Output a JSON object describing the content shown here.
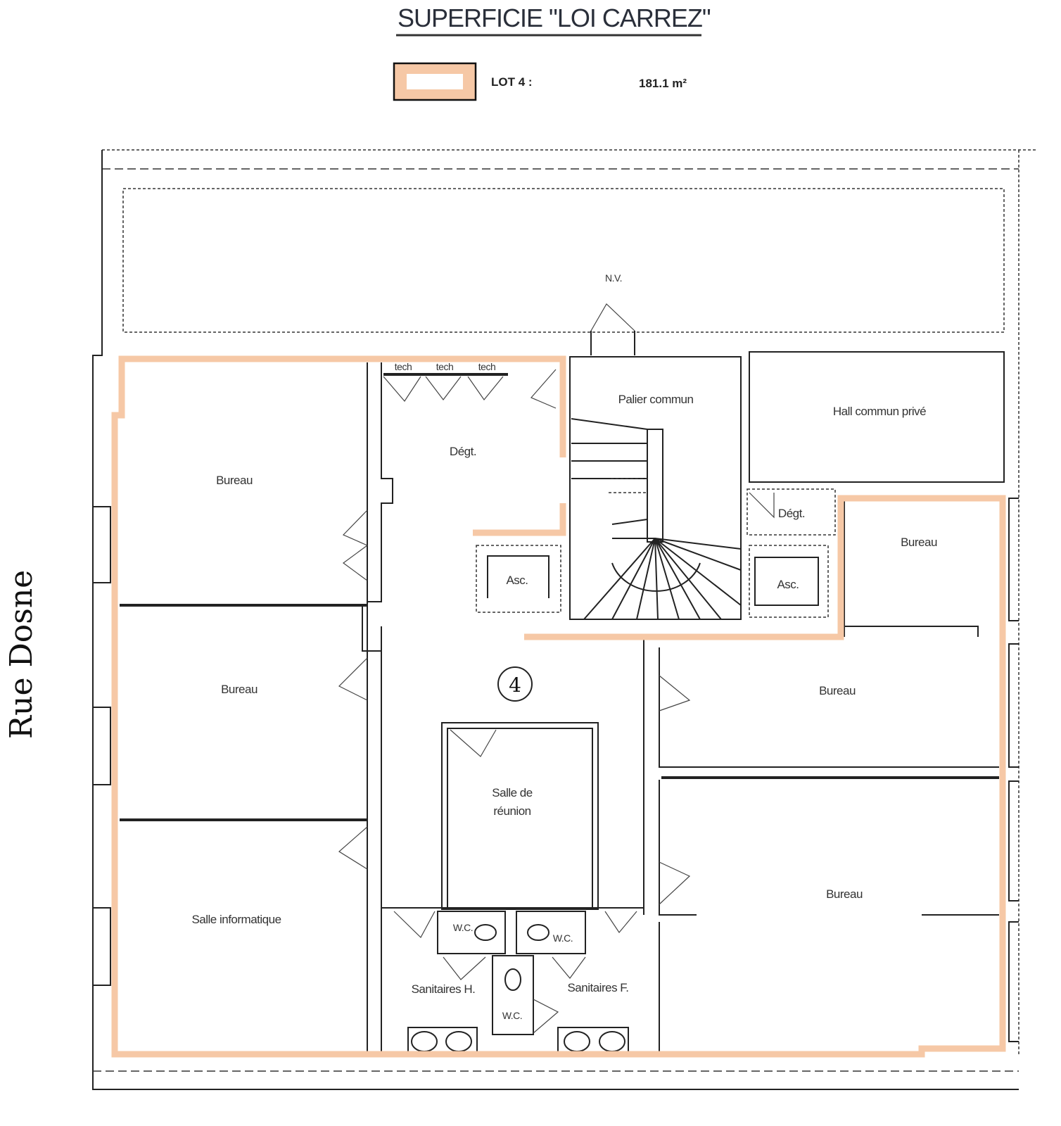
{
  "header": {
    "title": "SUPERFICIE \"LOI CARREZ\""
  },
  "legend": {
    "lot_label": "LOT 4 :",
    "lot_area": "181.1 m²",
    "lot_color": "#f6c8a6"
  },
  "street": "Rue Dosne",
  "lot_number": "4",
  "rooms": {
    "nv": "N.V.",
    "palier": "Palier commun",
    "hall": "Hall commun privé",
    "degt_left": "Dégt.",
    "degt_right": "Dégt.",
    "asc_left": "Asc.",
    "asc_right": "Asc.",
    "bureau_1": "Bureau",
    "bureau_2": "Bureau",
    "salle_info": "Salle informatique",
    "bureau_right_top": "Bureau",
    "bureau_right_mid": "Bureau",
    "bureau_right_bottom": "Bureau",
    "salle_reunion_1": "Salle de",
    "salle_reunion_2": "réunion",
    "wc_1": "W.C.",
    "wc_2": "W.C.",
    "wc_3": "W.C.",
    "sanitaires_h": "Sanitaires H.",
    "sanitaires_f": "Sanitaires F.",
    "tech_1": "tech",
    "tech_2": "tech",
    "tech_3": "tech"
  }
}
